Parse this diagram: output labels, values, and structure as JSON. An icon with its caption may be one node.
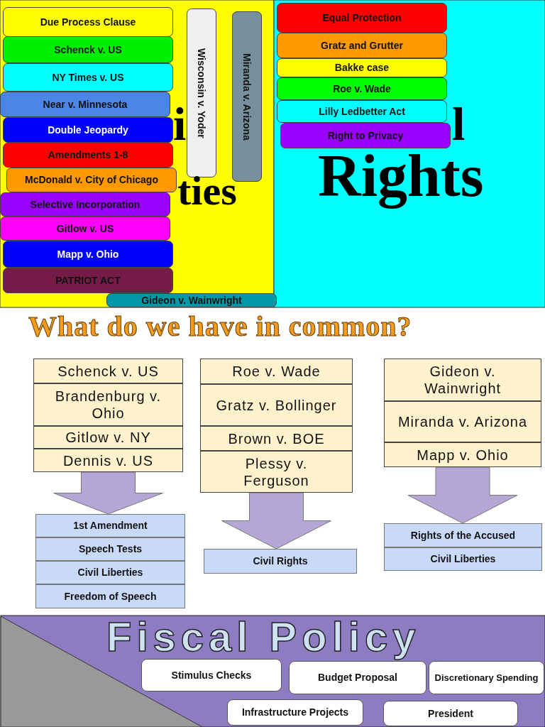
{
  "diagram": {
    "title": "What do we have in common?",
    "nodes": [
      {
        "text": [
          "Due Process Clause"
        ]
      },
      {
        "text": [
          "Schenck v. US"
        ]
      },
      {
        "text": [
          "NY Times v. US"
        ]
      },
      {
        "text": [
          "Near v. Minnesota"
        ]
      },
      {
        "text": [
          "Double Jeopardy"
        ]
      },
      {
        "text": [
          "Amendments 1-8"
        ]
      },
      {
        "text": [
          "McDonald v. City of Chicago"
        ]
      },
      {
        "text": [
          "Selective Incorporation"
        ]
      },
      {
        "text": [
          "Gitlow v. US"
        ]
      },
      {
        "text": [
          "Mapp v. Ohio"
        ]
      },
      {
        "text": [
          "PATRIOT ACT"
        ]
      },
      {
        "text": [
          "Wisconsin v. Yoder"
        ]
      },
      {
        "text": [
          "Miranda v. Arizona"
        ]
      },
      {
        "text": [
          "Equal Protection"
        ]
      },
      {
        "text": [
          "Gratz and Grutter"
        ]
      },
      {
        "text": [
          "Bakke case"
        ]
      },
      {
        "text": [
          "Roe v. Wade"
        ]
      },
      {
        "text": [
          "Lilly Ledbetter Act"
        ]
      },
      {
        "text": [
          "Right to Privacy"
        ]
      },
      {
        "text": [
          "Gideon v. Wainwright"
        ]
      },
      {
        "text": [],
        "shape": "box"
      },
      {
        "text": [
          "Schenck v. US"
        ],
        "in": 20
      },
      {
        "text": [
          "Brandenburg v. Ohio"
        ],
        "in": 20
      },
      {
        "text": [
          "Gitlow v. NY"
        ],
        "in": 20
      },
      {
        "text": [
          "Dennis v. US"
        ],
        "in": 20
      },
      {
        "text": [],
        "shape": "box"
      },
      {
        "text": [
          "Roe v. Wade"
        ],
        "in": 25
      },
      {
        "text": [
          "Gratz v. Bollinger"
        ],
        "in": 25
      },
      {
        "text": [
          "Brown v. BOE"
        ],
        "in": 25
      },
      {
        "text": [
          "Plessy v. Ferguson"
        ],
        "in": 25
      },
      {
        "text": [],
        "shape": "box"
      },
      {
        "text": [
          "Gideon v. Wainwright"
        ],
        "in": 30
      },
      {
        "text": [
          "Miranda v. Arizona"
        ],
        "in": 30
      },
      {
        "text": [
          "Mapp v. Ohio"
        ],
        "in": 30
      },
      {
        "text": [],
        "shape": "box"
      },
      {
        "text": [
          "1st Amendment"
        ],
        "in": 34
      },
      {
        "text": [
          "Speech Tests"
        ],
        "in": 34
      },
      {
        "text": [
          "Civil Liberties"
        ],
        "in": 34
      },
      {
        "text": [
          "Freedom of Speech"
        ],
        "in": 34
      },
      {
        "text": [
          "Civil Rights"
        ]
      },
      {
        "text": [],
        "shape": "box"
      },
      {
        "text": [
          "Rights of the Accused"
        ],
        "in": 40
      },
      {
        "text": [
          "Civil Liberties"
        ],
        "in": 40
      },
      {
        "text": [
          "Stimulus Checks"
        ]
      },
      {
        "text": [
          "Budget Proposal"
        ]
      },
      {
        "text": [
          "Discretionary Spending"
        ]
      },
      {
        "text": [
          "Infrastructure Projects"
        ]
      },
      {
        "text": [
          "President"
        ]
      }
    ],
    "edges": [
      {
        "from": 20,
        "to": 34,
        "arrow": "to",
        "style": "thick"
      },
      {
        "from": 25,
        "to": 39,
        "arrow": "to",
        "style": "thick"
      },
      {
        "from": 30,
        "to": 40,
        "arrow": "to",
        "style": "thick"
      }
    ],
    "labels": [
      "i",
      "l",
      "ties",
      "Rights",
      "Fiscal Policy"
    ]
  }
}
